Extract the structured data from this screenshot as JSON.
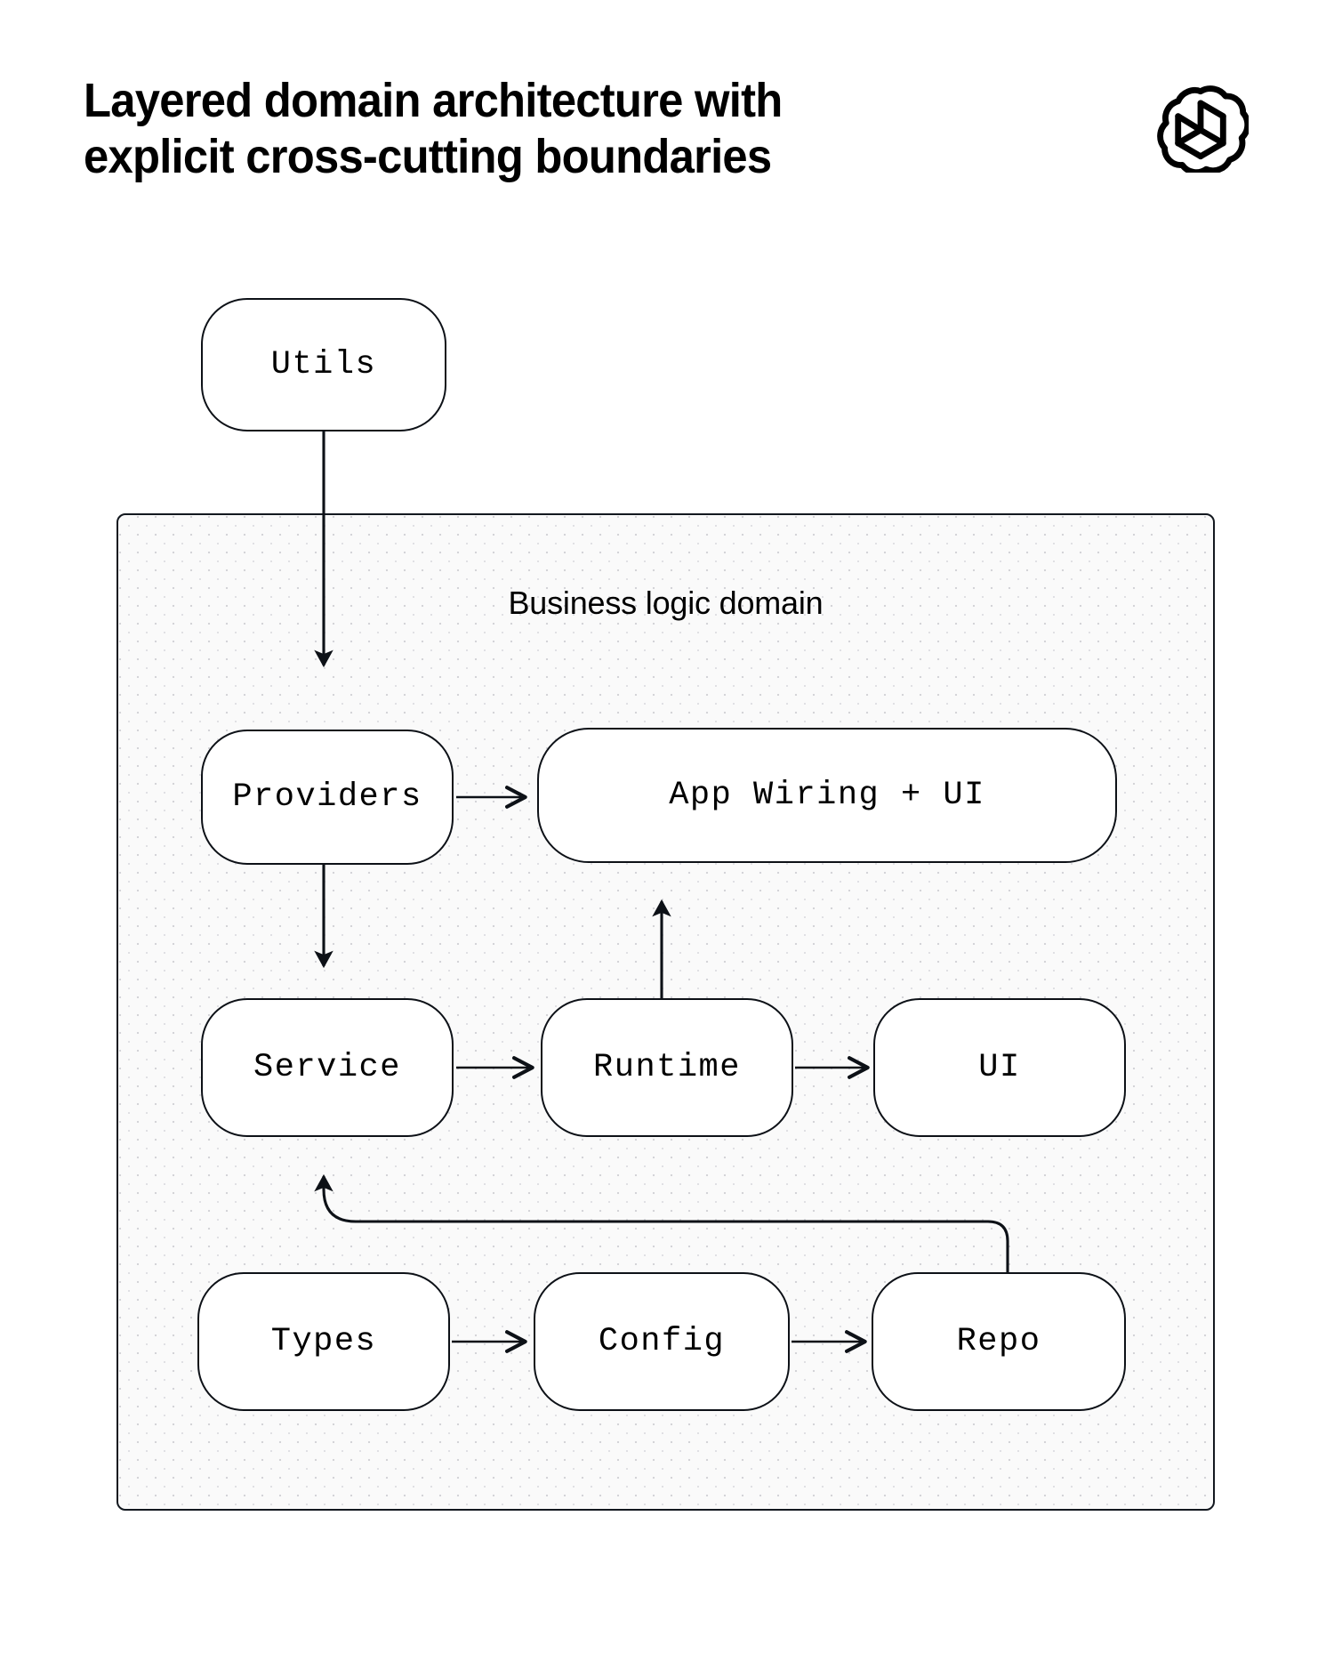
{
  "header": {
    "title": "Layered domain architecture with\nexplicit cross-cutting boundaries",
    "logo_name": "openai-logo"
  },
  "diagram": {
    "type": "layered-architecture-flow",
    "container": {
      "label": "Business logic domain"
    },
    "external_nodes": [
      {
        "id": "utils",
        "label": "Utils"
      }
    ],
    "nodes": [
      {
        "id": "providers",
        "label": "Providers"
      },
      {
        "id": "app-wiring",
        "label": "App Wiring + UI"
      },
      {
        "id": "service",
        "label": "Service"
      },
      {
        "id": "runtime",
        "label": "Runtime"
      },
      {
        "id": "ui",
        "label": "UI"
      },
      {
        "id": "types",
        "label": "Types"
      },
      {
        "id": "config",
        "label": "Config"
      },
      {
        "id": "repo",
        "label": "Repo"
      }
    ],
    "edges": [
      {
        "from": "utils",
        "to": "providers",
        "style": "straight-down"
      },
      {
        "from": "providers",
        "to": "app-wiring",
        "style": "straight-right"
      },
      {
        "from": "providers",
        "to": "service",
        "style": "straight-down"
      },
      {
        "from": "service",
        "to": "runtime",
        "style": "straight-right"
      },
      {
        "from": "runtime",
        "to": "ui",
        "style": "straight-right"
      },
      {
        "from": "runtime",
        "to": "app-wiring",
        "style": "straight-up"
      },
      {
        "from": "types",
        "to": "config",
        "style": "straight-right"
      },
      {
        "from": "config",
        "to": "repo",
        "style": "straight-right"
      },
      {
        "from": "repo",
        "to": "service",
        "style": "elbow-feedback"
      }
    ]
  },
  "colors": {
    "ink": "#0d1117",
    "page_background": "#ffffff",
    "node_fill": "#ffffff",
    "container_fill": "#fafafa",
    "container_dots": "#d4d4d8"
  }
}
